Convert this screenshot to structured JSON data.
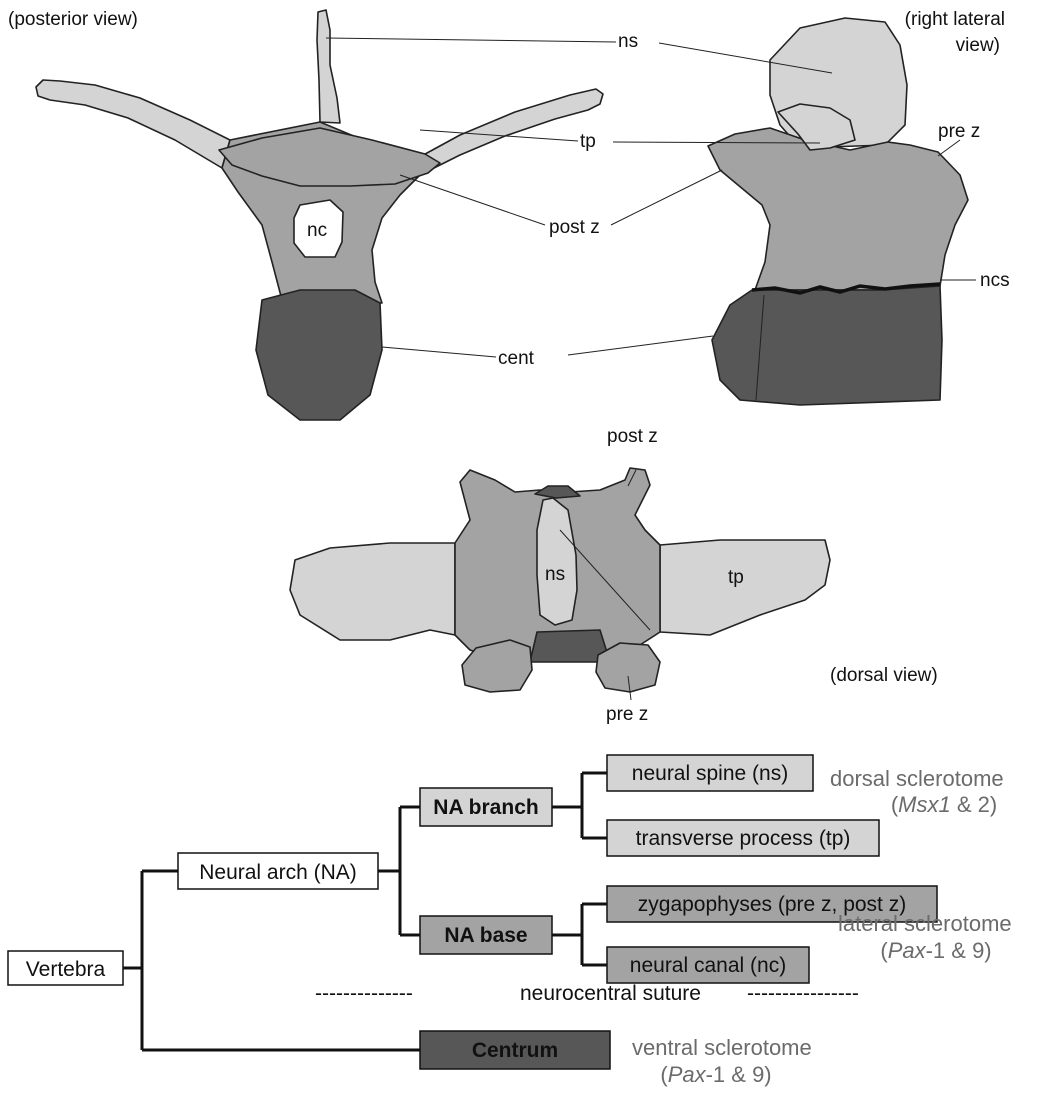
{
  "colors": {
    "light": "#d4d4d4",
    "mid": "#a3a3a3",
    "dark": "#575757",
    "white": "#ffffff"
  },
  "views": {
    "posterior": "(posterior view)",
    "lateral_line1": "(right lateral",
    "lateral_line2": "view)",
    "dorsal": "(dorsal view)"
  },
  "labels": {
    "ns": "ns",
    "tp": "tp",
    "post_z": "post z",
    "nc": "nc",
    "cent": "cent",
    "pre_z": "pre z",
    "ncs": "ncs",
    "dorsal_ns": "ns",
    "dorsal_tp": "tp",
    "dorsal_post_z": "post z",
    "dorsal_pre_z": "pre z"
  },
  "tree": {
    "vertebra": "Vertebra",
    "neural_arch": "Neural arch (NA)",
    "na_branch": "NA branch",
    "na_base": "NA base",
    "centrum": "Centrum",
    "neural_spine": "neural spine (ns)",
    "transverse_process": "transverse process (tp)",
    "zygapophyses": "zygapophyses (pre z, post z)",
    "neural_canal": "neural canal (nc)",
    "suture_dashes_left": "--------------",
    "suture": "neurocentral suture",
    "suture_dashes_right": "----------------"
  },
  "annotations": {
    "dorsal_sclerotome": "dorsal sclerotome",
    "dorsal_genes_open": "(",
    "dorsal_genes_italic": "Msx1",
    "dorsal_genes_rest": " & 2)",
    "lateral_sclerotome": "lateral sclerotome",
    "lateral_genes_open": "(",
    "lateral_genes_italic": "Pax",
    "lateral_genes_rest": "-1 & 9)",
    "ventral_sclerotome": "ventral sclerotome",
    "ventral_genes_open": "(",
    "ventral_genes_italic": "Pax",
    "ventral_genes_rest": "-1 & 9)"
  }
}
